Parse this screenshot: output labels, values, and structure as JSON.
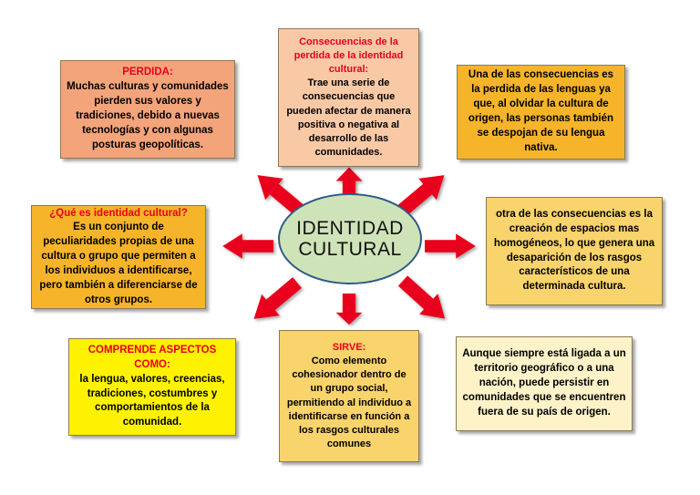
{
  "center": {
    "title": "IDENTIDAD CULTURAL"
  },
  "boxes": {
    "perdida": {
      "heading": "PERDIDA:",
      "text": "Muchas culturas y comunidades pierden sus valores y tradiciones, debido a nuevas tecnologías y con algunas posturas geopolíticas."
    },
    "consecuencias": {
      "heading": "Consecuencias de la perdida de la identidad cultural:",
      "text": "Trae una serie de consecuencias que pueden afectar de manera positiva o negativa al desarrollo de las comunidades."
    },
    "lenguas": {
      "text": "Una de las consecuencias es la perdida de las lenguas ya que, al olvidar la cultura de origen, las personas también se despojan de su lengua nativa."
    },
    "que_es": {
      "heading": "¿Qué es identidad cultural?",
      "text": "Es un conjunto de peculiaridades propias de una cultura o grupo que permiten a los individuos a identificarse, pero también a diferenciarse de otros grupos."
    },
    "espacios": {
      "text": "otra de las consecuencias es la creación de espacios mas homogéneos, lo que genera una desaparición de los rasgos característicos de una determinada cultura."
    },
    "comprende": {
      "heading": "COMPRENDE ASPECTOS COMO:",
      "text": "la lengua, valores, creencias, tradiciones, costumbres y comportamientos de la comunidad."
    },
    "sirve": {
      "heading": "SIRVE:",
      "text": "Como elemento cohesionador dentro de un grupo social, permitiendo al individuo a identificarse en función a los rasgos culturales comunes"
    },
    "territorio": {
      "text": "Aunque siempre está ligada a un territorio geográfico o a una nación, puede persistir en comunidades que se encuentren fuera de su país de origen."
    }
  },
  "colors": {
    "arrow": "#e8001c",
    "ellipse_fill": "#cfe3b8",
    "ellipse_border": "#2f5a87",
    "heading_red": "#e8001c"
  }
}
